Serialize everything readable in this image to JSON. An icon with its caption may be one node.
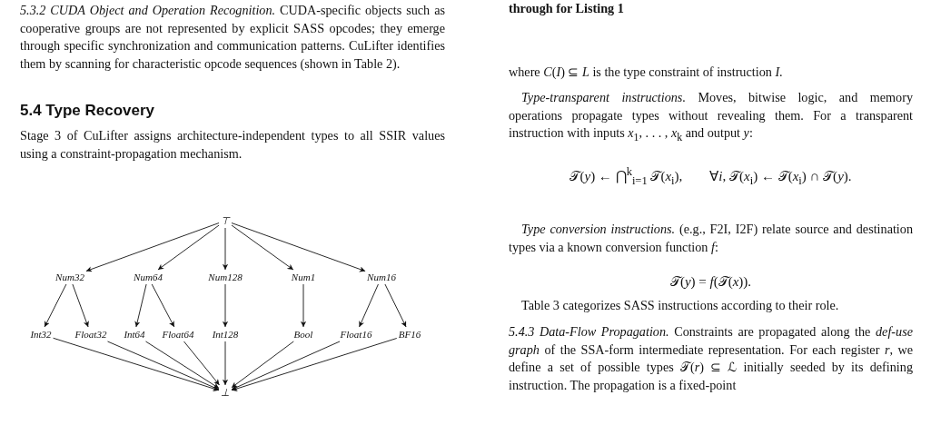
{
  "diagram": {
    "nodes": [
      {
        "text": [
          "⊤"
        ]
      },
      {
        "text": [
          "Num32"
        ]
      },
      {
        "text": [
          "Num64"
        ]
      },
      {
        "text": [
          "Num128"
        ]
      },
      {
        "text": [
          "Num1"
        ]
      },
      {
        "text": [
          "Num16"
        ]
      },
      {
        "text": [
          "Int32"
        ]
      },
      {
        "text": [
          "Float32"
        ]
      },
      {
        "text": [
          "Int64"
        ]
      },
      {
        "text": [
          "Float64"
        ]
      },
      {
        "text": [
          "Int128"
        ]
      },
      {
        "text": [
          "Bool"
        ]
      },
      {
        "text": [
          "Float16"
        ]
      },
      {
        "text": [
          "BF16"
        ]
      },
      {
        "text": [
          "⊥"
        ]
      }
    ],
    "edges": [
      {
        "from": 0,
        "to": 1,
        "arrow": "to"
      },
      {
        "from": 0,
        "to": 2,
        "arrow": "to"
      },
      {
        "from": 0,
        "to": 3,
        "arrow": "to"
      },
      {
        "from": 0,
        "to": 4,
        "arrow": "to"
      },
      {
        "from": 0,
        "to": 5,
        "arrow": "to"
      },
      {
        "from": 1,
        "to": 6,
        "arrow": "to"
      },
      {
        "from": 1,
        "to": 7,
        "arrow": "to"
      },
      {
        "from": 2,
        "to": 8,
        "arrow": "to"
      },
      {
        "from": 2,
        "to": 9,
        "arrow": "to"
      },
      {
        "from": 3,
        "to": 10,
        "arrow": "to"
      },
      {
        "from": 4,
        "to": 11,
        "arrow": "to"
      },
      {
        "from": 5,
        "to": 12,
        "arrow": "to"
      },
      {
        "from": 5,
        "to": 13,
        "arrow": "to"
      },
      {
        "from": 6,
        "to": 14,
        "arrow": "to"
      },
      {
        "from": 7,
        "to": 14,
        "arrow": "to"
      },
      {
        "from": 8,
        "to": 14,
        "arrow": "to"
      },
      {
        "from": 9,
        "to": 14,
        "arrow": "to"
      },
      {
        "from": 10,
        "to": 14,
        "arrow": "to"
      },
      {
        "from": 11,
        "to": 14,
        "arrow": "to"
      },
      {
        "from": 12,
        "to": 14,
        "arrow": "to"
      },
      {
        "from": 13,
        "to": 14,
        "arrow": "to"
      }
    ],
    "labels": [
      "*5.3.2 CUDA Object and Operation Recognition.* CUDA-specific objects such as cooperative groups are not represented by explicit SASS opcodes; they emerge through specific synchronization and communication patterns. CuLifter identifies them by scanning for characteristic opcode sequences (shown in Table 2).",
      "5.4 Type Recovery",
      "Stage 3 of CuLifter assigns architecture-independent types to all SSIR values using a constraint-propagation mechanism.",
      "through for Listing 1",
      "where *C*(*I*) ⊆ *L* is the type constraint of instruction *I*.",
      "*Type-transparent instructions.* Moves, bitwise logic, and memory operations propagate types without revealing them. For a transparent instruction with inputs *x*$_{1}$, . . . , *x*$_{k}$ and output *y*:",
      "𝒯(*y*) ← ⋂$^{k}$$_{i=1}$ 𝒯(*x*$_{i}$),        ∀*i*, 𝒯(*x*$_{i}$) ← 𝒯(*x*$_{i}$) ∩ 𝒯(*y*).",
      "*Type conversion instructions.* (e.g., F2I, I2F) relate source and destination types via a known conversion function *f*:",
      "𝒯(*y*) = *f*(𝒯(*x*)).",
      "Table 3 categorizes SASS instructions according to their role.",
      "*5.4.3 Data-Flow Propagation.* Constraints are propagated along the *def-use graph* of the SSA-form intermediate representation. For each register *r*, we define a set of possible types 𝒯(*r*) ⊆ ℒ initially seeded by its defining instruction. The propagation is a fixed-point"
    ]
  }
}
